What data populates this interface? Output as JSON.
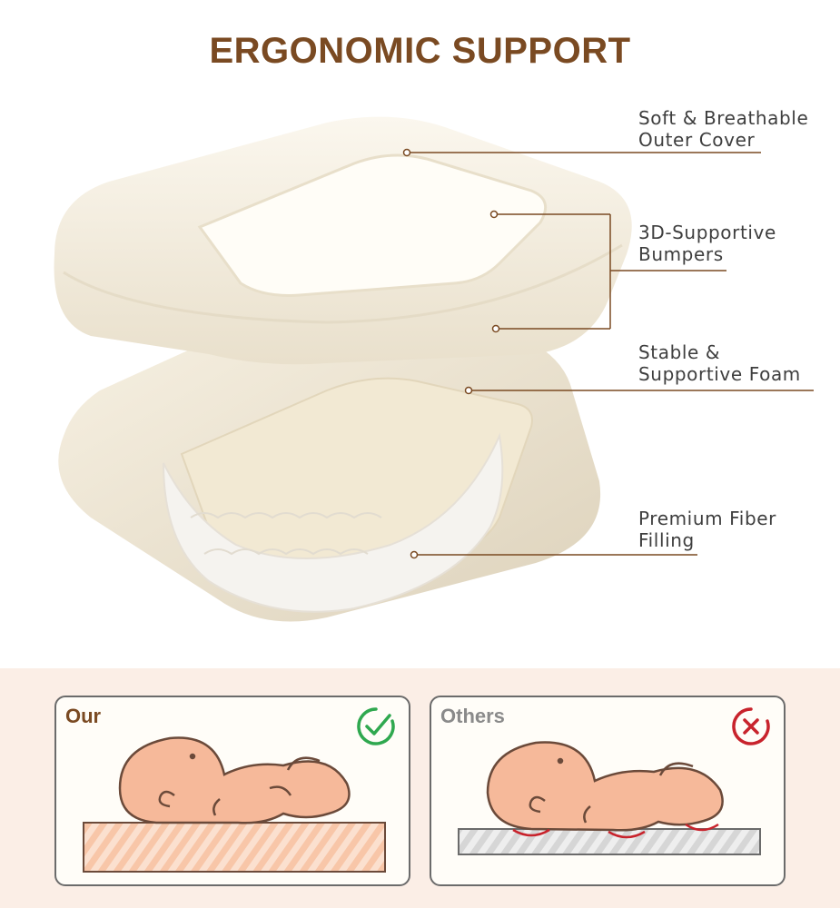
{
  "header": {
    "title": "ERGONOMIC SUPPORT"
  },
  "callouts": [
    {
      "text": "Soft & Breathable\nOuter Cover"
    },
    {
      "text": "3D-Supportive\nBumpers"
    },
    {
      "text": "Stable &\nSupportive Foam"
    },
    {
      "text": "Premium Fiber\nFilling"
    }
  ],
  "comparison": {
    "ours": {
      "label": "Our",
      "status_icon": "check-circle-icon",
      "status_color": "#2fa84f"
    },
    "others": {
      "label": "Others",
      "status_icon": "x-circle-icon",
      "status_color": "#c8232c"
    }
  },
  "colors": {
    "title": "#7a4a22",
    "leader_line": "#7a4a22",
    "band": "#fbeee6"
  }
}
